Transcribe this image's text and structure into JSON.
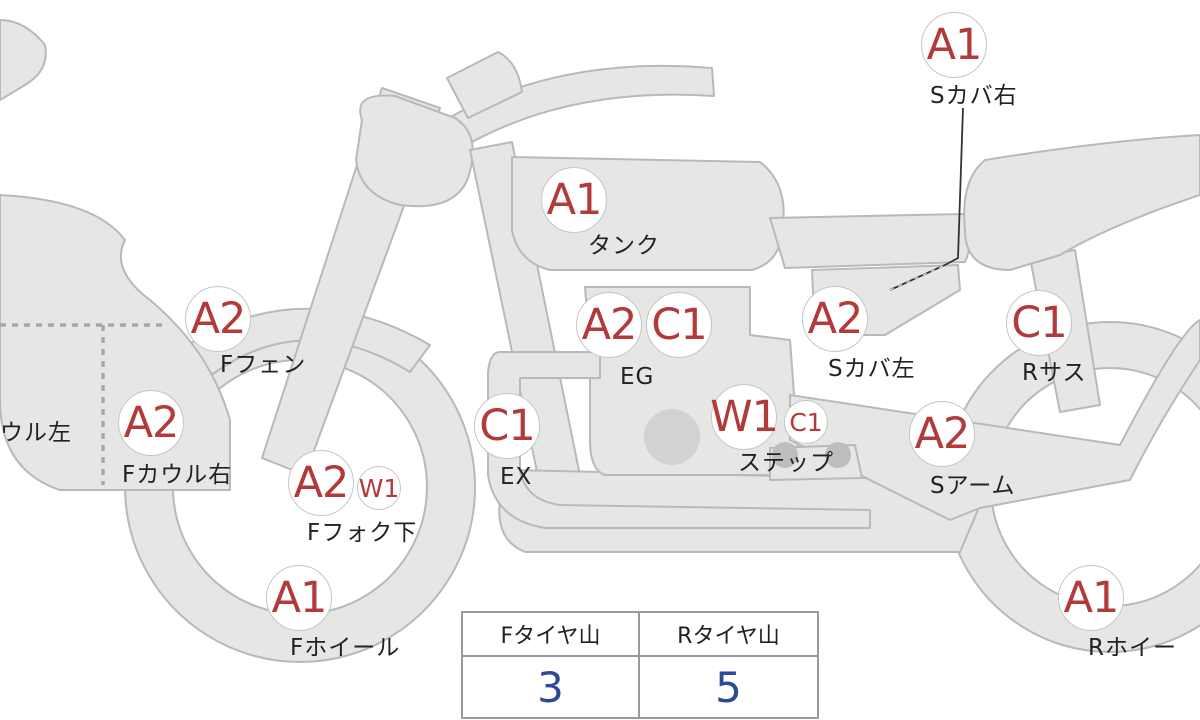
{
  "colors": {
    "body_fill": "#e6e6e4",
    "body_stroke": "#b9b9b9",
    "grade_text": "#b23a3a",
    "value_text": "#2d4a9a"
  },
  "parts": [
    {
      "id": "s-cover-right",
      "grade": "A1",
      "label": "Sカバ右"
    },
    {
      "id": "tank",
      "grade": "A1",
      "label": "タンク"
    },
    {
      "id": "f-fender",
      "grade": "A2",
      "label": "Fフェン"
    },
    {
      "id": "eg",
      "grade": "A2",
      "grade2": "C1",
      "label": "EG"
    },
    {
      "id": "s-cover-left",
      "grade": "A2",
      "label": "Sカバ左"
    },
    {
      "id": "r-suspension",
      "grade": "C1",
      "label": "Rサス"
    },
    {
      "id": "f-cowl-left",
      "label": "ウル左"
    },
    {
      "id": "f-cowl-right",
      "grade": "A2",
      "label": "Fカウル右"
    },
    {
      "id": "ex",
      "grade": "C1",
      "label": "EX"
    },
    {
      "id": "step",
      "grade": "W1",
      "grade2": "C1",
      "label": "ステップ"
    },
    {
      "id": "s-arm",
      "grade": "A2",
      "label": "Sアーム"
    },
    {
      "id": "f-fork-lower",
      "grade": "A2",
      "grade2": "W1",
      "label": "Fフォク下"
    },
    {
      "id": "f-wheel",
      "grade": "A1",
      "label": "Fホイール"
    },
    {
      "id": "r-wheel",
      "grade": "A1",
      "label": "Rホイー"
    }
  ],
  "tire_table": {
    "headers": [
      "Fタイヤ山",
      "Rタイヤ山"
    ],
    "values": [
      "3",
      "5"
    ]
  }
}
